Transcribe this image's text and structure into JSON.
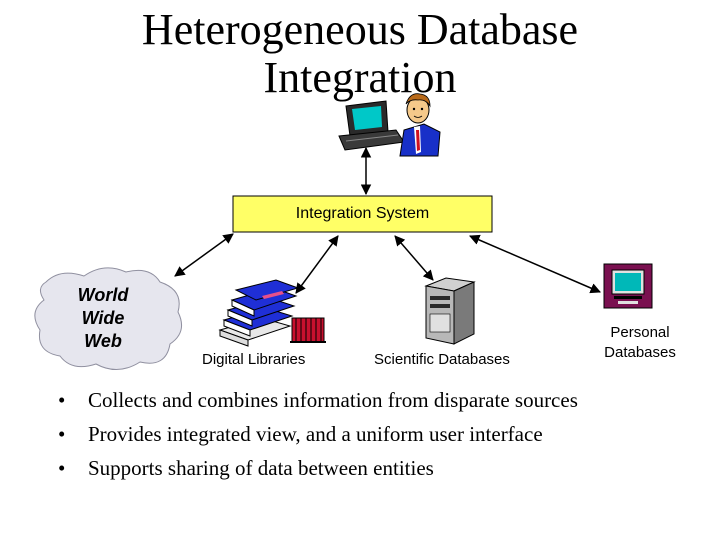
{
  "slide": {
    "title_line1": "Heterogeneous Database",
    "title_line2": "Integration"
  },
  "diagram": {
    "integration_system": "Integration System",
    "world_wide_web": [
      "World",
      "Wide",
      "Web"
    ],
    "digital_libraries": "Digital Libraries",
    "scientific_databases": "Scientific Databases",
    "personal_databases": [
      "Personal",
      "Databases"
    ],
    "icons": [
      "user-workstation-icon",
      "person-icon",
      "cloud-icon",
      "books-icon",
      "server-tower-icon",
      "computer-terminal-icon"
    ],
    "colors": {
      "box_fill": "#ffff66",
      "cloud_fill": "#e6e6ee",
      "books_blue": "#1f2fd6",
      "books_red": "#c8102e"
    }
  },
  "bullets": [
    "Collects and combines information from disparate sources",
    "Provides integrated view, and a  uniform user interface",
    "Supports sharing of data between entities"
  ]
}
